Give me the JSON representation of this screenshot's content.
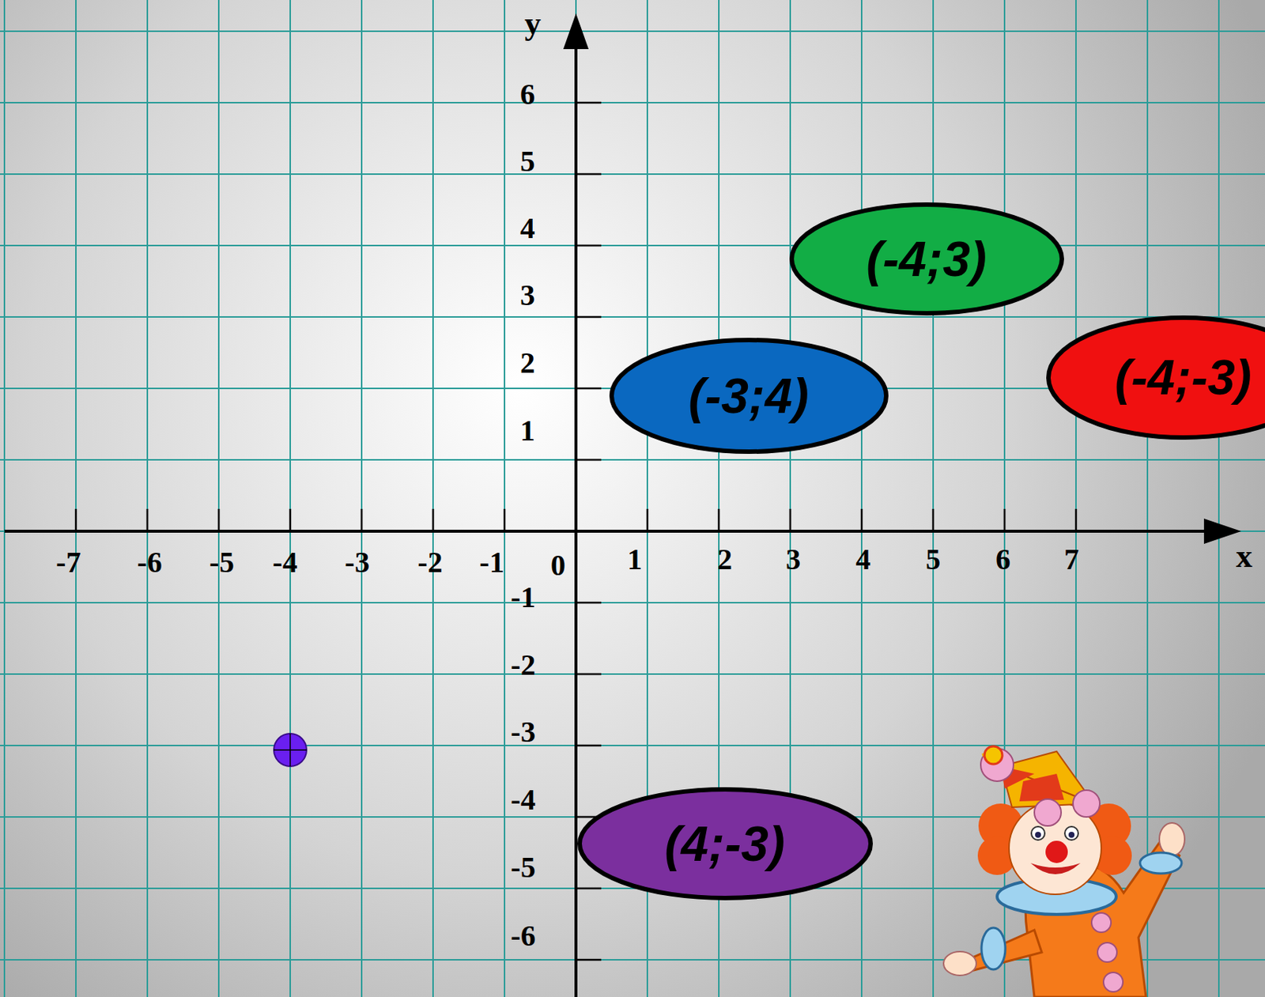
{
  "diagram": {
    "nodes": [
      {
        "text": [
          "(-4;3)"
        ]
      },
      {
        "text": [
          "(-3;4)"
        ]
      },
      {
        "text": [
          "(-4;-3)"
        ]
      },
      {
        "text": [
          "(4;-3)"
        ]
      }
    ],
    "labels": [
      "y",
      "6",
      "5",
      "4",
      "3",
      "2",
      "1",
      "-7",
      "-6",
      "-5",
      "-4",
      "-3",
      "-2",
      "-1",
      "0",
      "1",
      "2",
      "3",
      "4",
      "5",
      "6",
      "7",
      "x",
      "-1",
      "-2",
      "-3",
      "-4",
      "-5",
      "-6"
    ]
  }
}
